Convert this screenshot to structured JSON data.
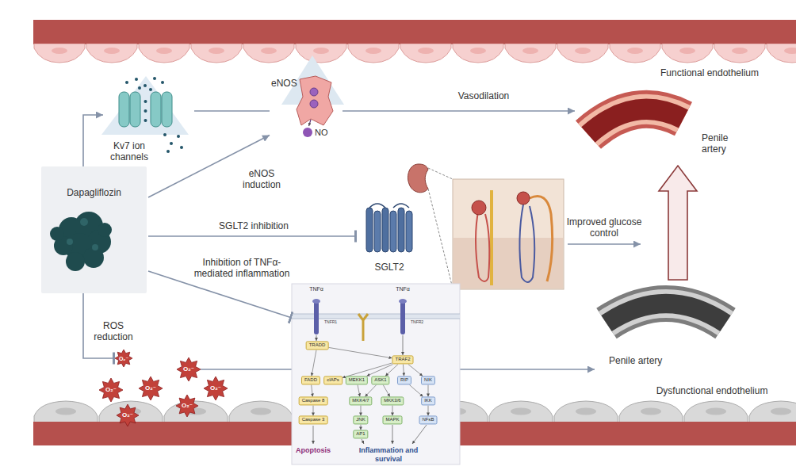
{
  "diagram": {
    "nodes": [
      {
        "text": [
          "Kv7 ion channels"
        ]
      },
      {
        "text": [
          "eNOS"
        ]
      },
      {
        "text": [
          "Penile artery"
        ]
      },
      {
        "text": [
          "Dapagliflozin"
        ]
      },
      {
        "text": [
          "SGLT2"
        ]
      },
      {
        "text": [
          "TNFα",
          "TNFα",
          "TNFR1",
          "TNFR2",
          "Apoptosis",
          "Inflammation and survival"
        ]
      },
      {
        "text": [
          "TRADD"
        ],
        "in": 5
      },
      {
        "text": [
          "TRAF2"
        ],
        "in": 5
      },
      {
        "text": [
          "FADD"
        ],
        "in": 5
      },
      {
        "text": [
          "cIAPs"
        ],
        "in": 5
      },
      {
        "text": [
          "MEKK1"
        ],
        "in": 5
      },
      {
        "text": [
          "ASK1"
        ],
        "in": 5
      },
      {
        "text": [
          "RIP"
        ],
        "in": 5
      },
      {
        "text": [
          "NIK"
        ],
        "in": 5
      },
      {
        "text": [
          "Caspase 8"
        ],
        "in": 5
      },
      {
        "text": [
          "MKK4/7"
        ],
        "in": 5
      },
      {
        "text": [
          "MKK3/6"
        ],
        "in": 5
      },
      {
        "text": [
          "IKK"
        ],
        "in": 5
      },
      {
        "text": [
          "Caspase 3"
        ],
        "in": 5
      },
      {
        "text": [
          "JNK"
        ],
        "in": 5
      },
      {
        "text": [
          "MAPK"
        ],
        "in": 5
      },
      {
        "text": [
          "NFκB"
        ],
        "in": 5
      },
      {
        "text": [
          "AP1"
        ],
        "in": 5
      },
      {
        "text": [
          "O₂⁻"
        ]
      },
      {
        "text": [
          "O₂⁻"
        ]
      },
      {
        "text": [
          "O₂⁻"
        ]
      },
      {
        "text": [
          "O₂⁻"
        ]
      },
      {
        "text": [
          "O₂⁻"
        ]
      },
      {
        "text": [
          "O₂⁻"
        ]
      },
      {
        "text": [
          "O₂⁻"
        ]
      },
      {
        "text": [
          "Penile artery"
        ]
      }
    ],
    "edges": [
      {
        "from": 3,
        "to": 0,
        "arrow": "to"
      },
      {
        "from": 0,
        "to": 1,
        "arrow": "none"
      },
      {
        "from": 1,
        "to": 2,
        "label": "Vasodilation",
        "arrow": "to"
      },
      {
        "from": 3,
        "to": 1,
        "label": "eNOS induction",
        "arrow": "to"
      },
      {
        "from": 3,
        "to": 4,
        "label": "SGLT2 inhibition",
        "arrow": "to"
      },
      {
        "from": 3,
        "to": 5,
        "label": "Inhibition of TNFα-mediated inflammation",
        "arrow": "to"
      },
      {
        "from": 3,
        "to": 23,
        "label": "ROS reduction",
        "arrow": "to"
      },
      {
        "from": 24,
        "to": 30,
        "arrow": "to"
      },
      {
        "from": 30,
        "to": 2,
        "arrow": "to"
      },
      {
        "from": 6,
        "to": 8,
        "arrow": "to"
      },
      {
        "from": 6,
        "to": 7,
        "arrow": "to"
      },
      {
        "from": 7,
        "to": 9,
        "arrow": "to"
      },
      {
        "from": 7,
        "to": 10,
        "arrow": "to"
      },
      {
        "from": 7,
        "to": 11,
        "arrow": "to"
      },
      {
        "from": 7,
        "to": 12,
        "arrow": "to"
      },
      {
        "from": 7,
        "to": 13,
        "arrow": "to"
      },
      {
        "from": 8,
        "to": 14,
        "arrow": "to"
      },
      {
        "from": 14,
        "to": 18,
        "arrow": "to"
      },
      {
        "from": 10,
        "to": 15,
        "arrow": "to"
      },
      {
        "from": 11,
        "to": 15,
        "arrow": "to"
      },
      {
        "from": 11,
        "to": 16,
        "arrow": "to"
      },
      {
        "from": 15,
        "to": 19,
        "arrow": "to"
      },
      {
        "from": 16,
        "to": 20,
        "arrow": "to"
      },
      {
        "from": 19,
        "to": 22,
        "arrow": "to"
      },
      {
        "from": 12,
        "to": 17,
        "arrow": "to"
      },
      {
        "from": 13,
        "to": 17,
        "arrow": "to"
      },
      {
        "from": 17,
        "to": 21,
        "arrow": "to"
      }
    ],
    "labels": [
      "Functional endothelium",
      "NO",
      "Improved glucose control",
      "Dysfunctional endothelium"
    ]
  }
}
